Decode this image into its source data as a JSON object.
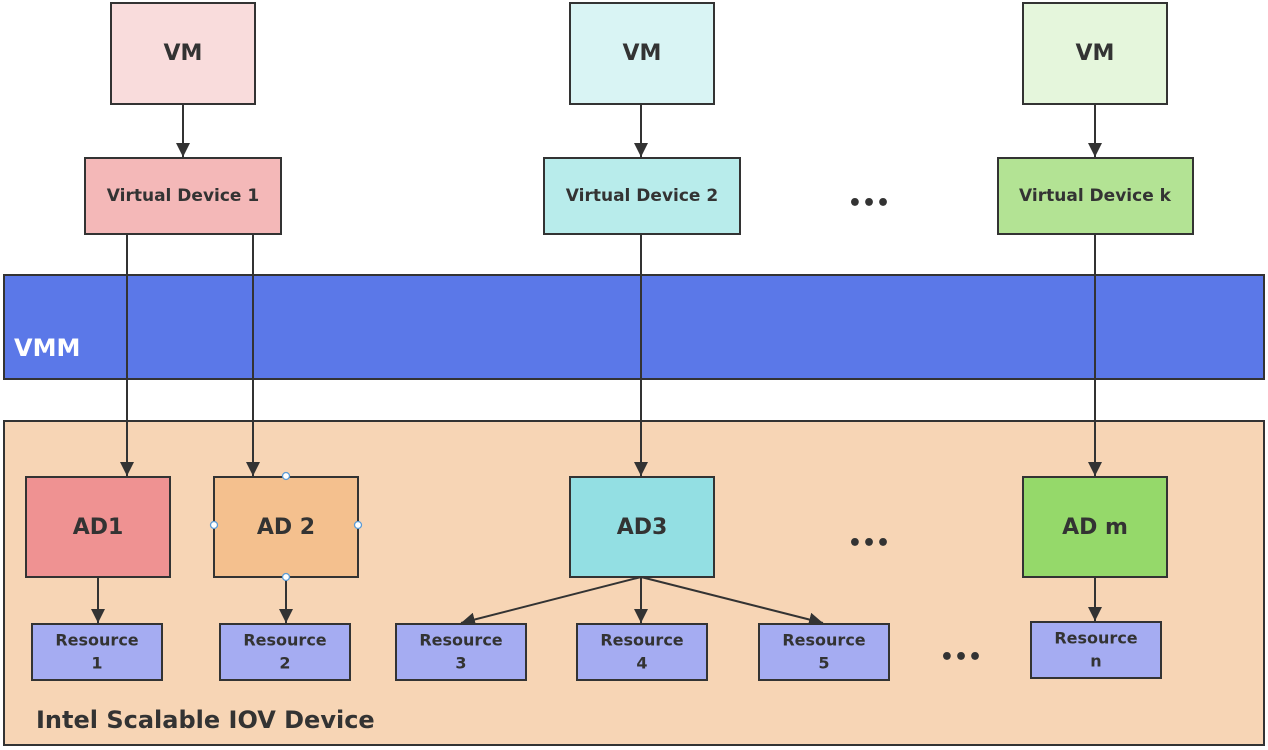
{
  "vms": [
    {
      "label": "VM",
      "fill": "#f9dcdc"
    },
    {
      "label": "VM",
      "fill": "#d9f4f4"
    },
    {
      "label": "VM",
      "fill": "#e5f6dc"
    }
  ],
  "virtual_devices": [
    {
      "label": "Virtual Device 1",
      "fill": "#f4b8b8"
    },
    {
      "label": "Virtual Device 2",
      "fill": "#b8eceb"
    },
    {
      "label": "Virtual Device k",
      "fill": "#b3e394"
    }
  ],
  "vmm": {
    "label": "VMM",
    "fill": "#5b78e8"
  },
  "device": {
    "label": "Intel Scalable IOV Device",
    "fill": "#f7d5b5"
  },
  "assignable_devices": [
    {
      "label": "AD1",
      "fill": "#ef9292"
    },
    {
      "label": "AD 2",
      "fill": "#f4c08e"
    },
    {
      "label": "AD3",
      "fill": "#93dfe3"
    },
    {
      "label": "AD m",
      "fill": "#95d96a"
    }
  ],
  "resources": [
    {
      "line1": "Resource",
      "line2": "1"
    },
    {
      "line1": "Resource",
      "line2": "2"
    },
    {
      "line1": "Resource",
      "line2": "3"
    },
    {
      "line1": "Resource",
      "line2": "4"
    },
    {
      "line1": "Resource",
      "line2": "5"
    },
    {
      "line1": "Resource",
      "line2": "n"
    }
  ],
  "resource_fill": "#a5acf2",
  "ellipsis": "•••"
}
